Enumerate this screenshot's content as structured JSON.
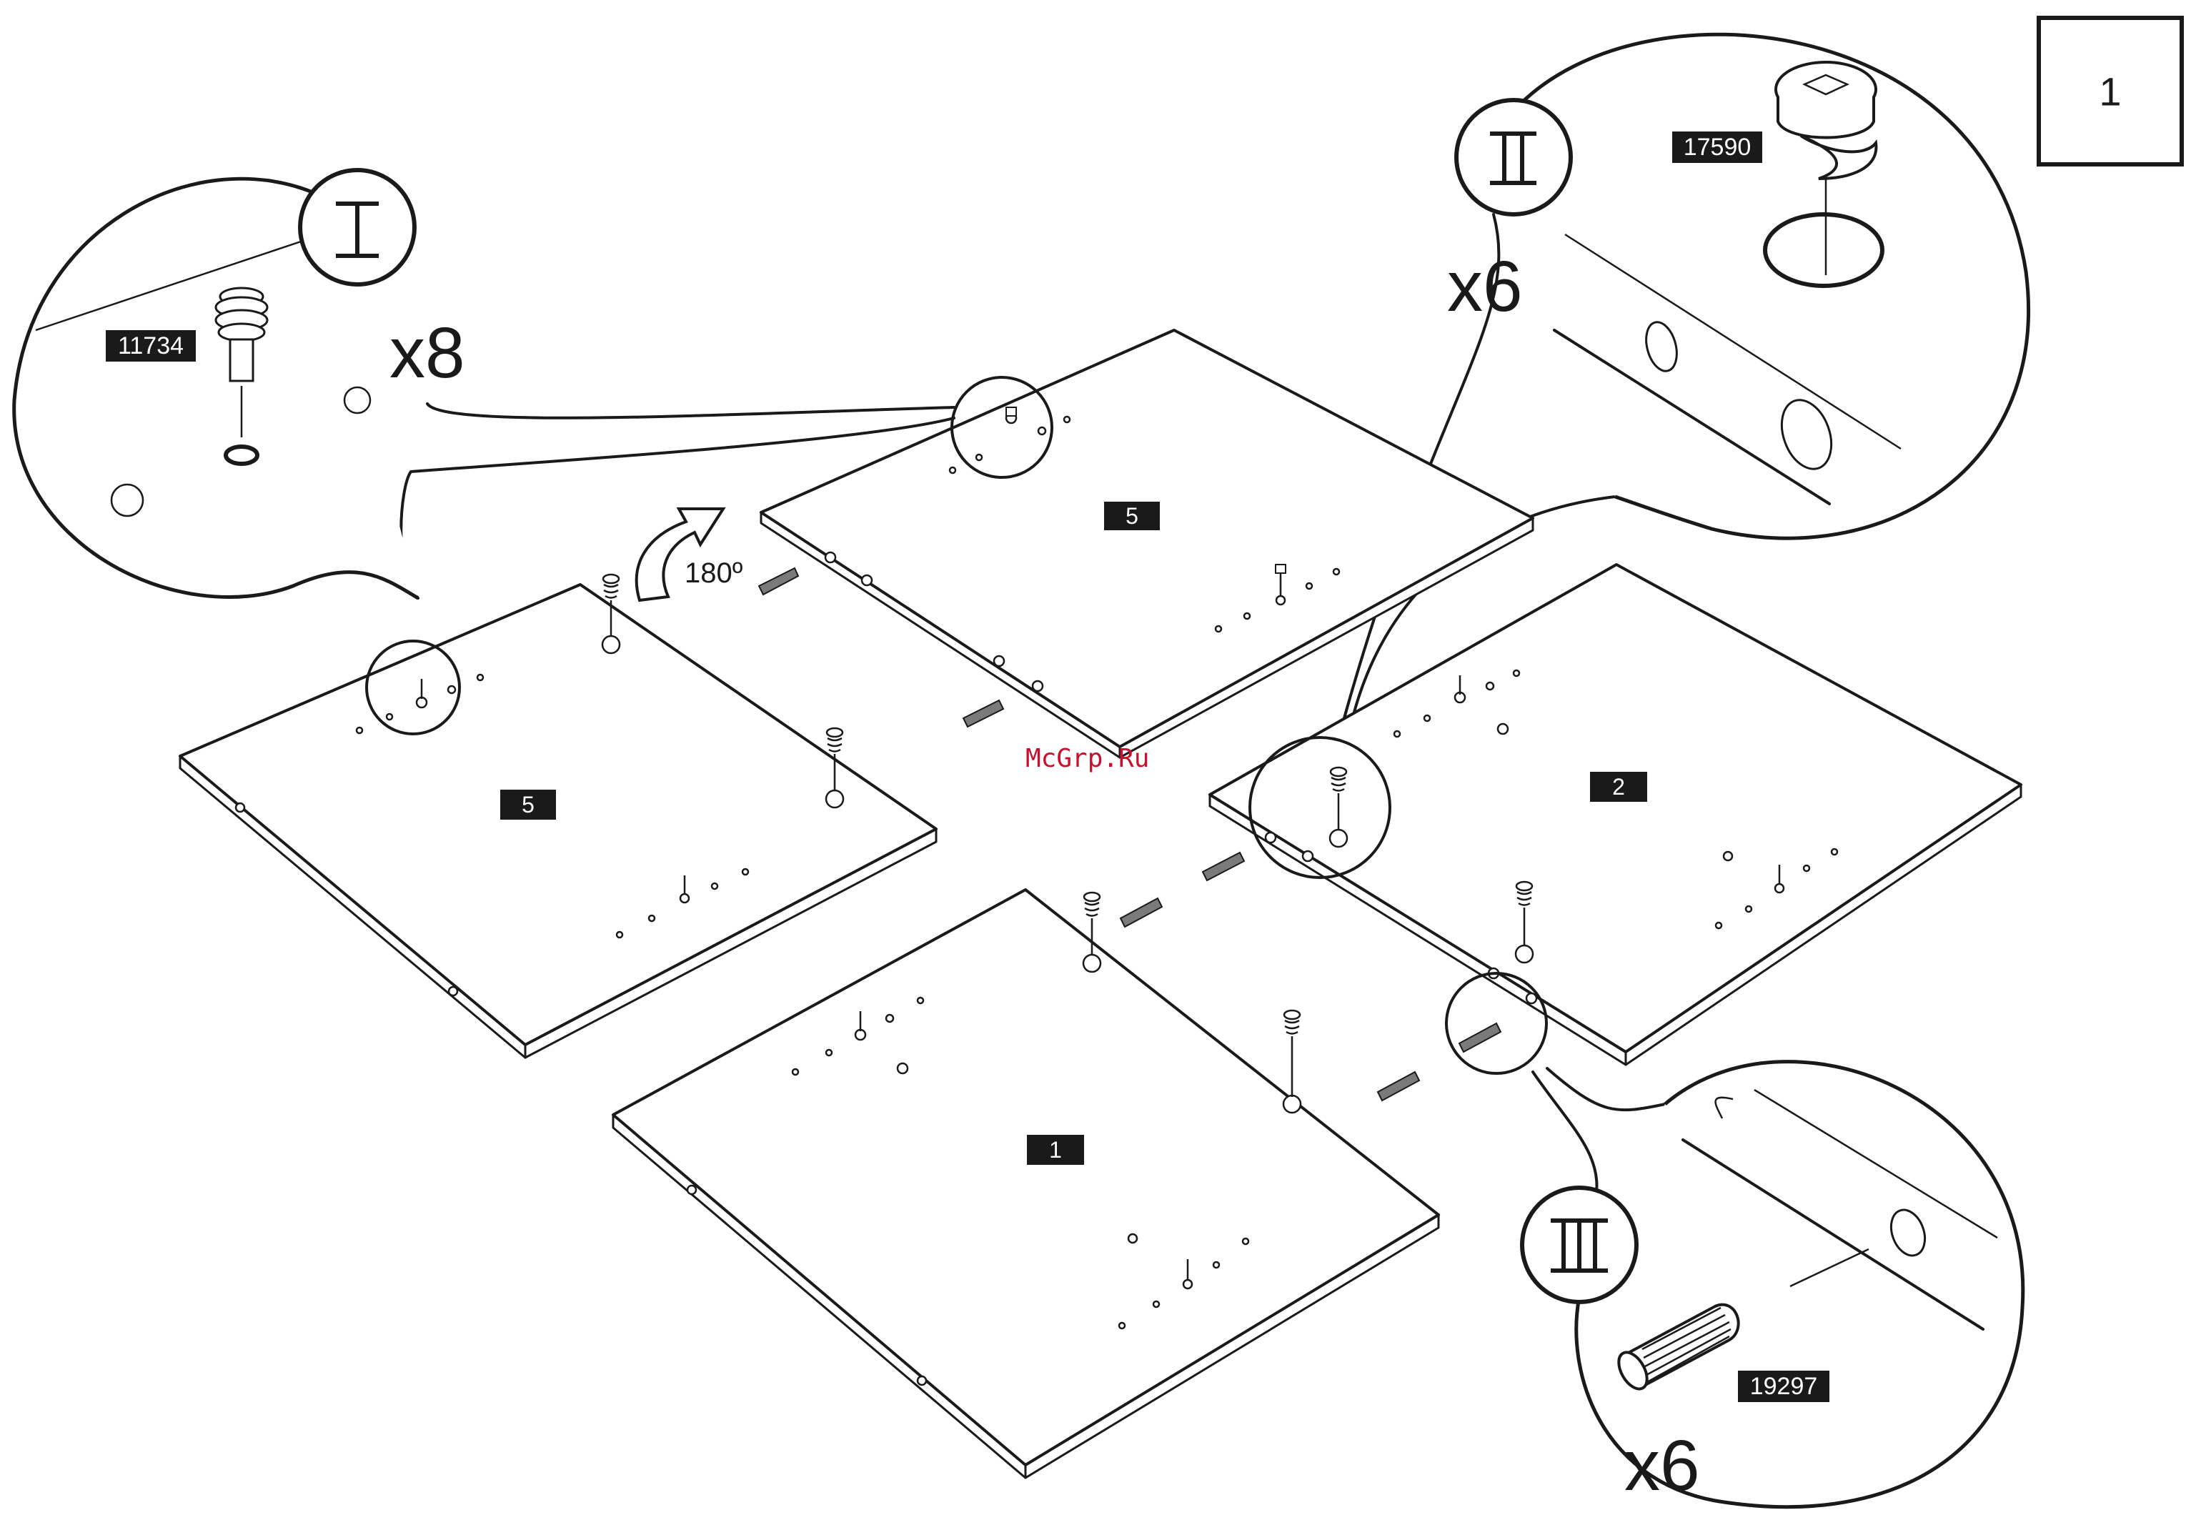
{
  "step_number": "1",
  "watermark": "McGrp.Ru",
  "rotation_label": "180º",
  "panels": [
    {
      "label": "5"
    },
    {
      "label": "5"
    },
    {
      "label": "2"
    },
    {
      "label": "1"
    }
  ],
  "callouts": [
    {
      "roman": "I",
      "part_number": "11734",
      "quantity": "x8"
    },
    {
      "roman": "II",
      "part_number": "17590",
      "quantity": "x6"
    },
    {
      "roman": "III",
      "part_number": "19297",
      "quantity": "x6"
    }
  ]
}
